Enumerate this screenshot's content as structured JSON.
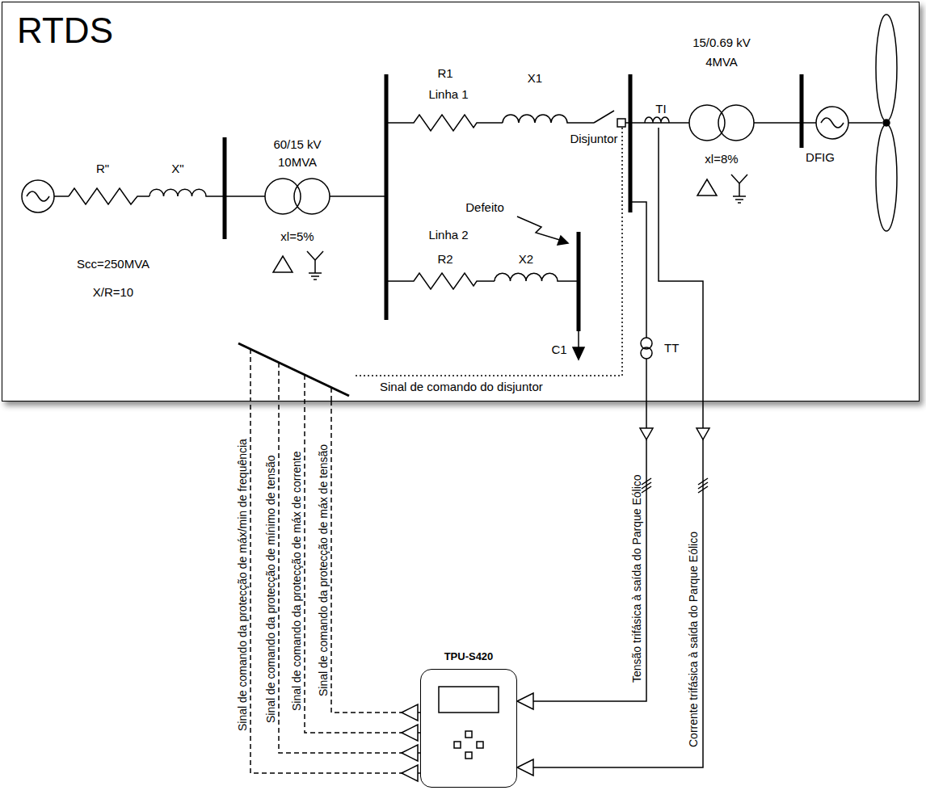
{
  "diagram": {
    "nodes": [
      {
        "text": [
          "RTDS"
        ]
      },
      {
        "text": [
          "TPU-S420"
        ]
      }
    ],
    "edges": [
      {
        "from": 1,
        "to": 0,
        "arrow": "none",
        "label": "Sinal de comando da protecção de máx/min de frequência"
      },
      {
        "from": 1,
        "to": 0,
        "arrow": "none",
        "label": "Sinal de comando da protecção de mínimo de tensão"
      },
      {
        "from": 1,
        "to": 0,
        "arrow": "none",
        "label": "Sinal de comando da protecção de máx de corrente"
      },
      {
        "from": 1,
        "to": 0,
        "arrow": "none",
        "label": "Sinal de comando da protecção de máx de tensão"
      },
      {
        "from": 0,
        "to": 1,
        "arrow": "to",
        "label": "Tensão trifásica à saída do Parque Eólico"
      },
      {
        "from": 0,
        "to": 1,
        "arrow": "to",
        "label": "Corrente trifásica à saída do Parque Eólico"
      }
    ],
    "labels": [
      "R\"",
      "X\"",
      "Scc=250MVA",
      "X/R=10",
      "60/15 kV",
      "10MVA",
      "xl=5%",
      "R1",
      "Linha 1",
      "X1",
      "Disjuntor",
      "Defeito",
      "Linha 2",
      "R2",
      "X2",
      "C1",
      "TT",
      "TI",
      "15/0.69 kV",
      "4MVA",
      "xl=8%",
      "DFIG",
      "Sinal de comando do disjuntor"
    ]
  }
}
